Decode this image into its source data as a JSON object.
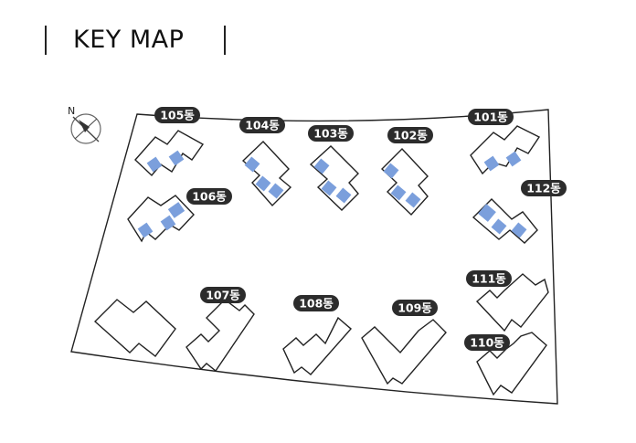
{
  "title": "KEY MAP",
  "compass": {
    "letter": "N",
    "icon": "north-compass-icon"
  },
  "highlight_color": "#7b9fdc",
  "label_color": "#2c2c2c",
  "buildings": [
    {
      "id": "105",
      "label": "105동",
      "highlighted": true
    },
    {
      "id": "104",
      "label": "104동",
      "highlighted": true
    },
    {
      "id": "103",
      "label": "103동",
      "highlighted": true
    },
    {
      "id": "102",
      "label": "102동",
      "highlighted": true
    },
    {
      "id": "101",
      "label": "101동",
      "highlighted": true
    },
    {
      "id": "106",
      "label": "106동",
      "highlighted": true
    },
    {
      "id": "112",
      "label": "112동",
      "highlighted": true
    },
    {
      "id": "107",
      "label": "107동",
      "highlighted": false
    },
    {
      "id": "108",
      "label": "108동",
      "highlighted": false
    },
    {
      "id": "109",
      "label": "109동",
      "highlighted": false
    },
    {
      "id": "111",
      "label": "111동",
      "highlighted": false
    },
    {
      "id": "110",
      "label": "110동",
      "highlighted": false
    }
  ]
}
